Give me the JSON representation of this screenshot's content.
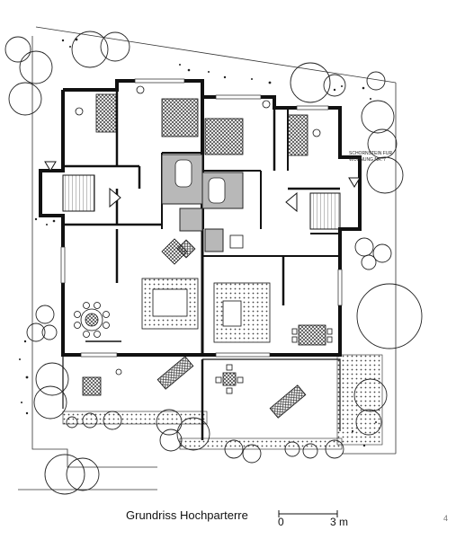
{
  "caption": "Grundriss Hochparterre",
  "scale": {
    "start": "0",
    "end": "3 m"
  },
  "chimney_note": {
    "line1": "SCHORNSTEIN FUR",
    "line2": "WOHNUNG NR. 7"
  },
  "page_number": "4",
  "colors": {
    "ink": "#1a1a1a",
    "hatch": "#555555",
    "gray_fill": "#b8b8b8",
    "paper": "#ffffff"
  }
}
